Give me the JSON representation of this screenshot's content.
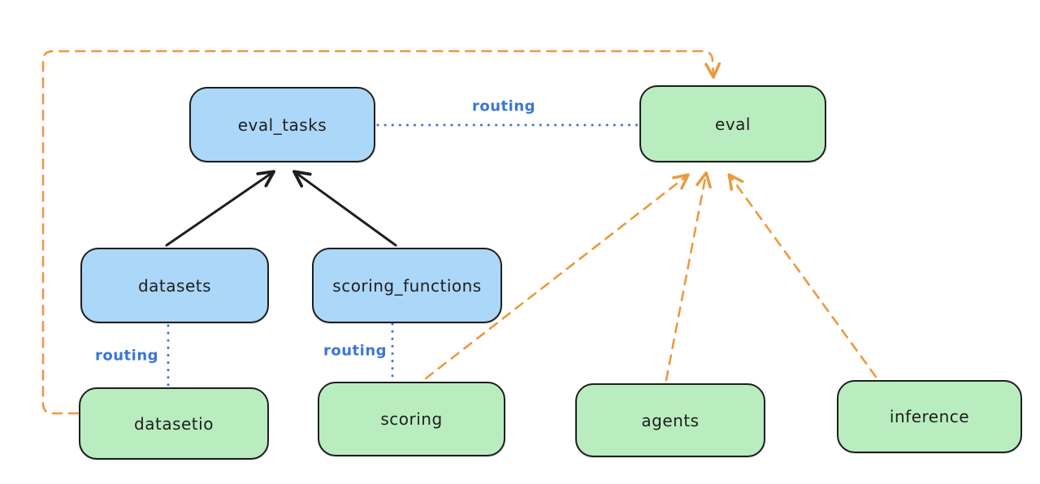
{
  "diagram": {
    "background_color": "#ffffff",
    "colors": {
      "node_stroke": "#1e1e1e",
      "blue_node_fill": "#abd7f8",
      "green_node_fill": "#b9edbf",
      "routing_blue": "#3b76d6",
      "orange_dashed": "#ea9a3e",
      "black_arrow": "#1e1e1e"
    },
    "nodes": [
      {
        "id": "eval_tasks",
        "label": "eval_tasks",
        "kind": "blue"
      },
      {
        "id": "eval",
        "label": "eval",
        "kind": "green"
      },
      {
        "id": "datasets",
        "label": "datasets",
        "kind": "blue"
      },
      {
        "id": "scoring_functions",
        "label": "scoring_functions",
        "kind": "blue"
      },
      {
        "id": "datasetio",
        "label": "datasetio",
        "kind": "green"
      },
      {
        "id": "scoring",
        "label": "scoring",
        "kind": "green"
      },
      {
        "id": "agents",
        "label": "agents",
        "kind": "green"
      },
      {
        "id": "inference",
        "label": "inference",
        "kind": "green"
      }
    ],
    "edges": [
      {
        "from": "datasets",
        "to": "eval_tasks",
        "style": "solid-black-arrow"
      },
      {
        "from": "scoring_functions",
        "to": "eval_tasks",
        "style": "solid-black-arrow"
      },
      {
        "from": "eval_tasks",
        "to": "eval",
        "style": "dotted-blue",
        "label": "routing"
      },
      {
        "from": "datasets",
        "to": "datasetio",
        "style": "dotted-blue",
        "label": "routing"
      },
      {
        "from": "scoring_functions",
        "to": "scoring",
        "style": "dotted-blue",
        "label": "routing"
      },
      {
        "from": "datasetio",
        "to": "eval",
        "style": "dashed-orange-arrow"
      },
      {
        "from": "scoring",
        "to": "eval",
        "style": "dashed-orange-arrow"
      },
      {
        "from": "agents",
        "to": "eval",
        "style": "dashed-orange-arrow"
      },
      {
        "from": "inference",
        "to": "eval",
        "style": "dashed-orange-arrow"
      }
    ]
  }
}
